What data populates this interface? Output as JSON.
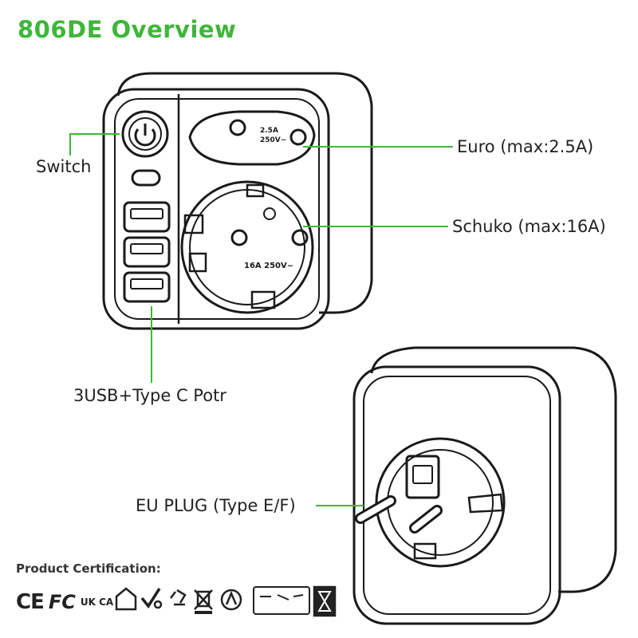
{
  "title": "806DE Overview",
  "callouts": {
    "switch": "Switch",
    "euro": "Euro (max:2.5A)",
    "schuko": "Schuko (max:16A)",
    "usb": "3USB+Type C Potr",
    "plug": "EU PLUG (Type E/F)"
  },
  "device_markings": {
    "euro_socket": "2.5A 250V~",
    "schuko_socket": "16A 250V~"
  },
  "certification": {
    "label": "Product Certification:",
    "marks": [
      "CE",
      "FC",
      "UK CA"
    ],
    "icons": [
      "house-icon",
      "tick-mark-icon",
      "recycle-icon",
      "weee-bin-icon",
      "rcm-icon",
      "pictogram-strip-icon",
      "hourglass-icon"
    ]
  },
  "colors": {
    "title": "#3fb63a",
    "leader_line": "#3fb63a",
    "outline": "#1a1a1a"
  }
}
